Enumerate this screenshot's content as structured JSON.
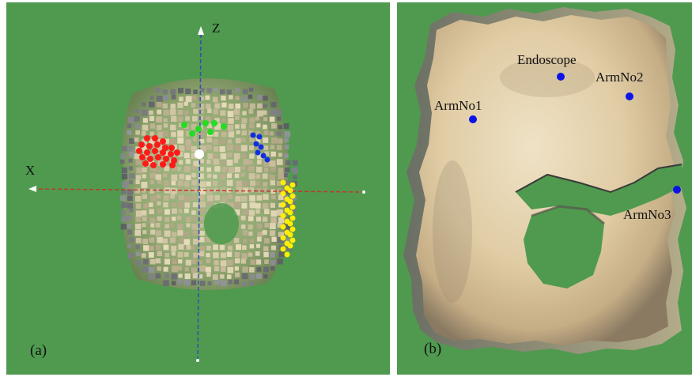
{
  "panel_a": {
    "label": "(a)",
    "axis_x_label": "X",
    "axis_z_label": "Z",
    "colors": {
      "background": "#4f9a4f",
      "x_axis": "#c0392b",
      "z_axis": "#2f4fb5",
      "cluster_red": "#ff1a1a",
      "cluster_green": "#22dd22",
      "cluster_blue": "#1030e0",
      "cluster_yellow": "#ffee00",
      "marker_white": "#ffffff"
    }
  },
  "panel_b": {
    "label": "(b)",
    "markers": [
      {
        "label": "Endoscope"
      },
      {
        "label": "ArmNo2"
      },
      {
        "label": "ArmNo1"
      },
      {
        "label": "ArmNo3"
      }
    ],
    "colors": {
      "background": "#4f9a4f",
      "surface": "#e6d4b0",
      "marker": "#0a14e6"
    }
  }
}
